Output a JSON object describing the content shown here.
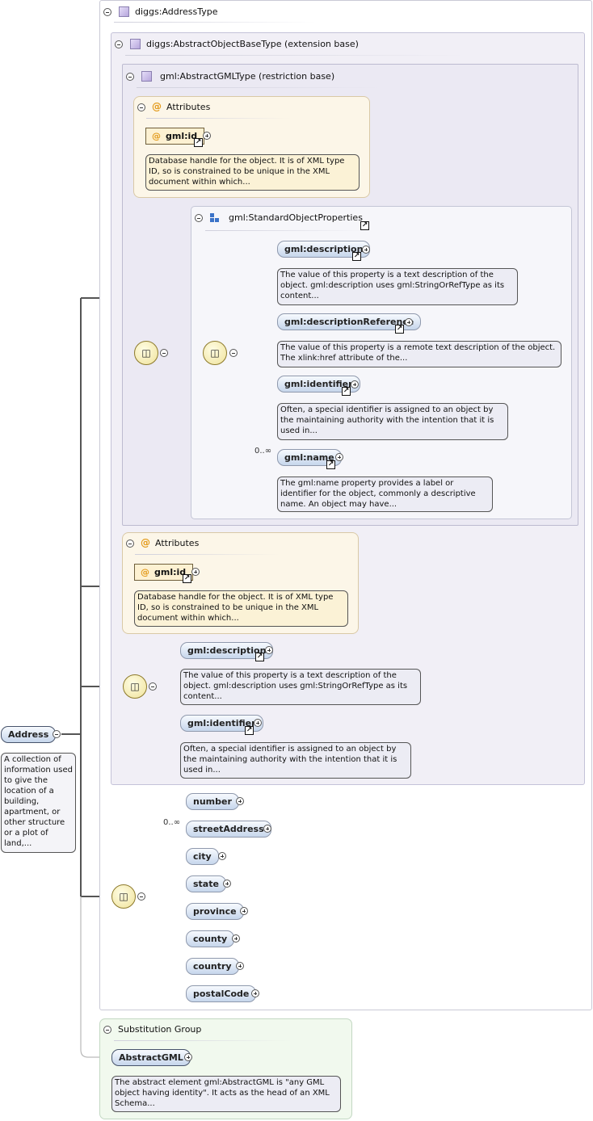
{
  "root": {
    "name": "Address",
    "doc": "A collection of information used to give the location of a building, apartment, or other structure or a plot of land,..."
  },
  "type_panel": {
    "title": "diggs:AddressType"
  },
  "extension_panel": {
    "title": "diggs:AbstractObjectBaseType (extension base)"
  },
  "restriction_panel": {
    "title": "gml:AbstractGMLType (restriction base)"
  },
  "inner_attributes": {
    "title": "Attributes",
    "attr_name": "gml:id",
    "attr_doc": "Database handle for the object. It is of XML type ID, so is constrained to be unique in the XML document within which..."
  },
  "std_props": {
    "title": "gml:StandardObjectProperties",
    "items": [
      {
        "name": "gml:description",
        "doc": "The value of this property is a text description of the object. gml:description uses gml:StringOrRefType as its content...",
        "card": ""
      },
      {
        "name": "gml:descriptionReference",
        "doc": "The value of this property is a remote text description of the object. The xlink:href attribute of the...",
        "card": ""
      },
      {
        "name": "gml:identifier",
        "doc": "Often, a special identifier is assigned to an object by the maintaining authority with the intention that it is used in...",
        "card": ""
      },
      {
        "name": "gml:name",
        "doc": "The gml:name property provides a label or identifier for the object, commonly a descriptive name. An object may have...",
        "card": "0..∞"
      }
    ]
  },
  "outer_attributes": {
    "title": "Attributes",
    "attr_name": "gml:id",
    "attr_doc": "Database handle for the object. It is of XML type ID, so is constrained to be unique in the XML document within which..."
  },
  "ext_sequence": {
    "items": [
      {
        "name": "gml:description",
        "doc": "The value of this property is a text description of the object. gml:description uses gml:StringOrRefType as its content..."
      },
      {
        "name": "gml:identifier",
        "doc": "Often, a special identifier is assigned to an object by the maintaining authority with the intention that it is used in..."
      }
    ]
  },
  "address_fields": {
    "items": [
      {
        "name": "number",
        "card": ""
      },
      {
        "name": "streetAddress",
        "card": "0..∞"
      },
      {
        "name": "city",
        "card": ""
      },
      {
        "name": "state",
        "card": ""
      },
      {
        "name": "province",
        "card": ""
      },
      {
        "name": "county",
        "card": ""
      },
      {
        "name": "country",
        "card": ""
      },
      {
        "name": "postalCode",
        "card": ""
      }
    ]
  },
  "substitution_group": {
    "title": "Substitution Group",
    "element": "AbstractGML",
    "doc": "The abstract element gml:AbstractGML is \"any GML object having identity\". It acts as the head of an XML Schema..."
  },
  "colors": {
    "element_fill": "#c6d6ec",
    "attribute_fill": "#fdf1d2",
    "attribute_symbol": "#e39a1a",
    "sequence_fill": "#efe29a",
    "substitution_fill": "#f1f9ee"
  }
}
